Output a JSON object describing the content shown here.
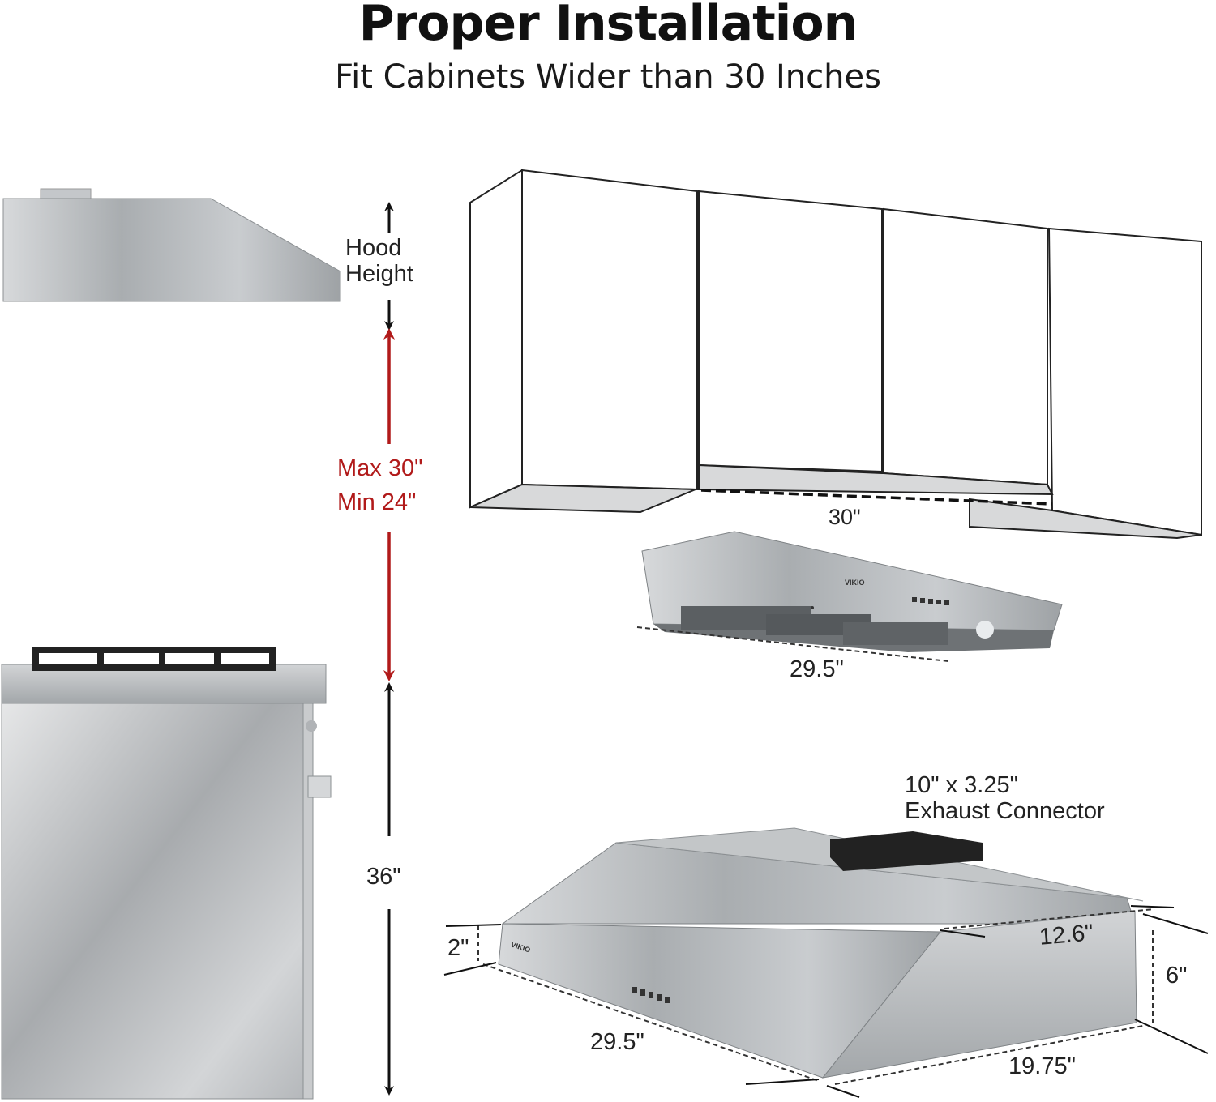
{
  "header": {
    "title": "Proper Installation",
    "subtitle": "Fit Cabinets Wider than 30 Inches"
  },
  "labels": {
    "hood_height_line1": "Hood",
    "hood_height_line2": "Height",
    "max_clearance": "Max 30\"",
    "min_clearance": "Min 24\"",
    "cabinet_width": "30\"",
    "hood_width_front": "29.5\"",
    "counter_height": "36\"",
    "exhaust_line1": "10\" x 3.25\"",
    "exhaust_line2": "Exhaust Connector",
    "front_height": "2\"",
    "top_depth": "12.6\"",
    "back_height": "6\"",
    "bottom_width": "29.5\"",
    "bottom_depth": "19.75\""
  },
  "brand": {
    "logo_text": "VIKIO"
  },
  "colors": {
    "accent_red": "#b11a1a",
    "steel": "#b8bcbf"
  }
}
